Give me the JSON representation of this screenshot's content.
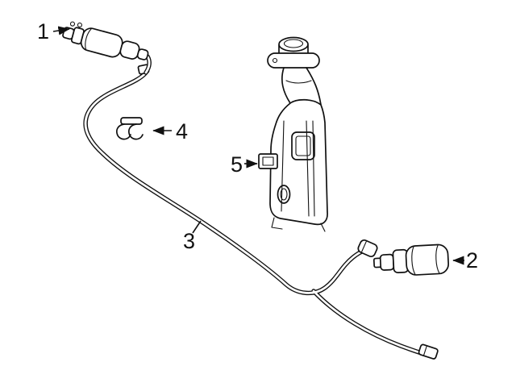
{
  "diagram": {
    "callouts": [
      {
        "label": "1"
      },
      {
        "label": "2"
      },
      {
        "label": "3"
      },
      {
        "label": "4"
      },
      {
        "label": "5"
      }
    ]
  },
  "colors": {
    "line-color": "#111111",
    "background-color": "#ffffff"
  }
}
